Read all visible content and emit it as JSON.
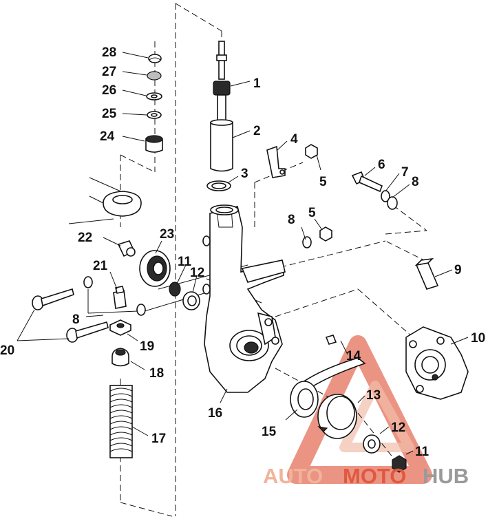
{
  "callouts": [
    {
      "id": "c1",
      "label": "1"
    },
    {
      "id": "c2",
      "label": "2"
    },
    {
      "id": "c3",
      "label": "3"
    },
    {
      "id": "c4",
      "label": "4"
    },
    {
      "id": "c5a",
      "label": "5"
    },
    {
      "id": "c5b",
      "label": "5"
    },
    {
      "id": "c6",
      "label": "6"
    },
    {
      "id": "c7",
      "label": "7"
    },
    {
      "id": "c8a",
      "label": "8"
    },
    {
      "id": "c8b",
      "label": "8"
    },
    {
      "id": "c8c",
      "label": "8"
    },
    {
      "id": "c9",
      "label": "9"
    },
    {
      "id": "c10",
      "label": "10"
    },
    {
      "id": "c11a",
      "label": "11"
    },
    {
      "id": "c11b",
      "label": "11"
    },
    {
      "id": "c12a",
      "label": "12"
    },
    {
      "id": "c12b",
      "label": "12"
    },
    {
      "id": "c13",
      "label": "13"
    },
    {
      "id": "c14",
      "label": "14"
    },
    {
      "id": "c15",
      "label": "15"
    },
    {
      "id": "c16",
      "label": "16"
    },
    {
      "id": "c17",
      "label": "17"
    },
    {
      "id": "c18",
      "label": "18"
    },
    {
      "id": "c19",
      "label": "19"
    },
    {
      "id": "c20",
      "label": "20"
    },
    {
      "id": "c21",
      "label": "21"
    },
    {
      "id": "c22",
      "label": "22"
    },
    {
      "id": "c23",
      "label": "23"
    },
    {
      "id": "c24",
      "label": "24"
    },
    {
      "id": "c25",
      "label": "25"
    },
    {
      "id": "c26",
      "label": "26"
    },
    {
      "id": "c27",
      "label": "27"
    },
    {
      "id": "c28",
      "label": "28"
    }
  ],
  "watermark": {
    "part1": "AUTO",
    "part2": "MOTO",
    "part3": "HUB",
    "color_light": "#f0b49b",
    "color_dark": "#e0583f",
    "color_hub": "#9a9a9a"
  }
}
